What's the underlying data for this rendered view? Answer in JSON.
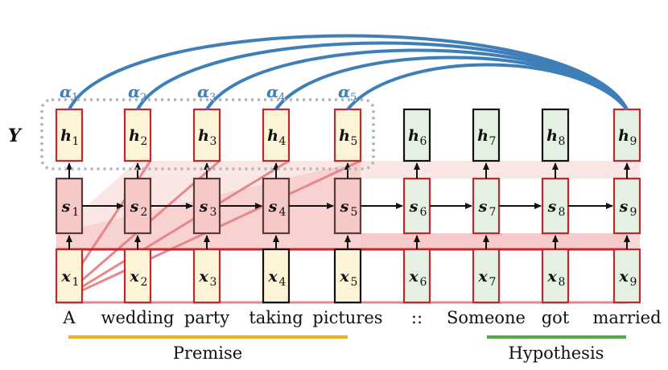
{
  "colors": {
    "premise_fill": "#fdf4d8",
    "hyp_fill": "#e4f1e2",
    "red": "#c0282d",
    "red_soft": "#e8878a",
    "shade": "#f3b7b8",
    "blue": "#3f7fb8",
    "premise_bar": "#f0b01e",
    "hyp_bar": "#4faa46",
    "dotted": "#b5b5b5"
  },
  "y_label": "Y",
  "columns": [
    {
      "index": "1",
      "word": "A",
      "group": "premise"
    },
    {
      "index": "2",
      "word": "wedding",
      "group": "premise"
    },
    {
      "index": "3",
      "word": "party",
      "group": "premise"
    },
    {
      "index": "4",
      "word": "taking",
      "group": "premise"
    },
    {
      "index": "5",
      "word": "pictures",
      "group": "premise"
    },
    {
      "index": "6",
      "word": "::",
      "group": "hypothesis"
    },
    {
      "index": "7",
      "word": "Someone",
      "group": "hypothesis"
    },
    {
      "index": "8",
      "word": "got",
      "group": "hypothesis"
    },
    {
      "index": "9",
      "word": "married",
      "group": "hypothesis"
    }
  ],
  "node_letters": {
    "h": "h",
    "s": "s",
    "x": "x"
  },
  "alpha": {
    "symbol": "α",
    "indices": [
      "1",
      "2",
      "3",
      "4",
      "5"
    ]
  },
  "groups": {
    "premise": "Premise",
    "hypothesis": "Hypothesis"
  }
}
